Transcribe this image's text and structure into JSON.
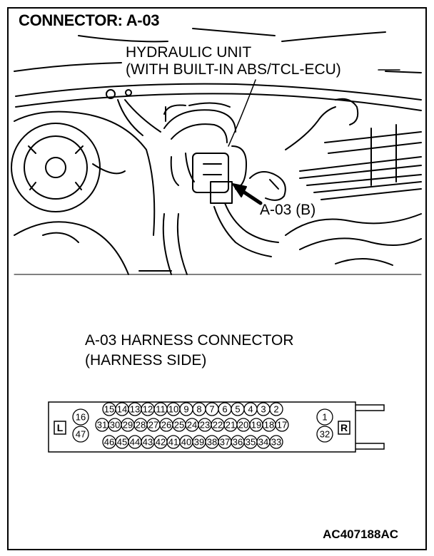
{
  "title": "CONNECTOR: A-03",
  "callouts": {
    "hydraulic_unit_line1": "HYDRAULIC UNIT",
    "hydraulic_unit_line2": "(WITH BUILT-IN ABS/TCL-ECU)",
    "connector_location": "A-03 (B)"
  },
  "harness": {
    "line1": "A-03 HARNESS CONNECTOR",
    "line2": "(HARNESS SIDE)",
    "left_marker": "L",
    "right_marker": "R",
    "row1": [
      "15",
      "14",
      "13",
      "12",
      "11",
      "10",
      "9",
      "8",
      "7",
      "6",
      "5",
      "4",
      "3",
      "2"
    ],
    "row2": [
      "31",
      "30",
      "29",
      "28",
      "27",
      "26",
      "25",
      "24",
      "23",
      "22",
      "21",
      "20",
      "19",
      "18",
      "17"
    ],
    "row3": [
      "46",
      "45",
      "44",
      "43",
      "42",
      "41",
      "40",
      "39",
      "38",
      "37",
      "36",
      "35",
      "34",
      "33"
    ],
    "left_pins": [
      "16",
      "47"
    ],
    "right_pins": [
      "1",
      "32"
    ]
  },
  "figure_code": "AC407188AC"
}
